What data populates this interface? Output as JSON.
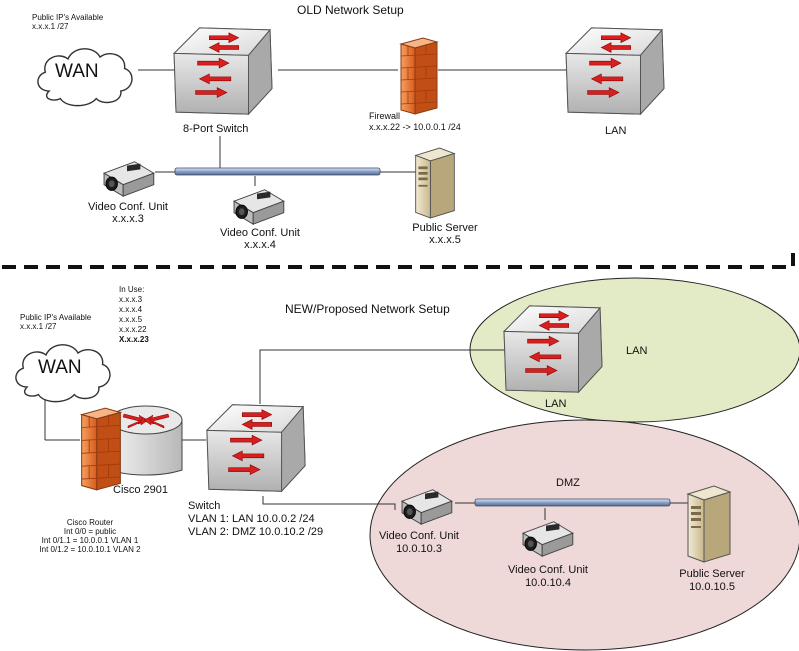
{
  "old": {
    "title": "OLD Network Setup",
    "public_ips_label": "Public IP's Available",
    "public_ips_value": "x.x.x.1 /27",
    "wan": "WAN",
    "switch_label": "8-Port Switch",
    "firewall_label": "Firewall",
    "firewall_nat": "x.x.x.22 -> 10.0.0.1 /24",
    "lan": "LAN",
    "vcu1_name": "Video Conf. Unit",
    "vcu1_ip": "x.x.x.3",
    "vcu2_name": "Video Conf. Unit",
    "vcu2_ip": "x.x.x.4",
    "server_name": "Public Server",
    "server_ip": "x.x.x.5"
  },
  "new": {
    "title": "NEW/Proposed Network Setup",
    "in_use_label": "In Use:",
    "in_use": [
      "x.x.x.3",
      "x.x.x.4",
      "x.x.x.5",
      "x.x.x.22",
      "X.x.x.23"
    ],
    "public_ips_label": "Public IP's Available",
    "public_ips_value": "x.x.x.1 /27",
    "wan": "WAN",
    "router_label": "Cisco 2901",
    "router_config_title": "Cisco Router",
    "router_config": [
      "Int 0/0 = public",
      "Int 0/1.1 = 10.0.0.1 VLAN 1",
      "Int 0/1.2 = 10.0.10.1 VLAN 2"
    ],
    "switch_label": "Switch",
    "vlan1": "VLAN 1: LAN 10.0.0.2 /24",
    "vlan2": "VLAN 2: DMZ 10.0.10.2 /29",
    "lan_zone": "LAN",
    "lan_switch": "LAN",
    "dmz": "DMZ",
    "vcu1_name": "Video Conf. Unit",
    "vcu1_ip": "10.0.10.3",
    "vcu2_name": "Video Conf. Unit",
    "vcu2_ip": "10.0.10.4",
    "server_name": "Public Server",
    "server_ip": "10.0.10.5"
  },
  "colors": {
    "lan_zone": "#e3ebc6",
    "dmz_zone": "#efd8d8",
    "arrow": "#d62020",
    "firewall": "#f07f3c"
  }
}
